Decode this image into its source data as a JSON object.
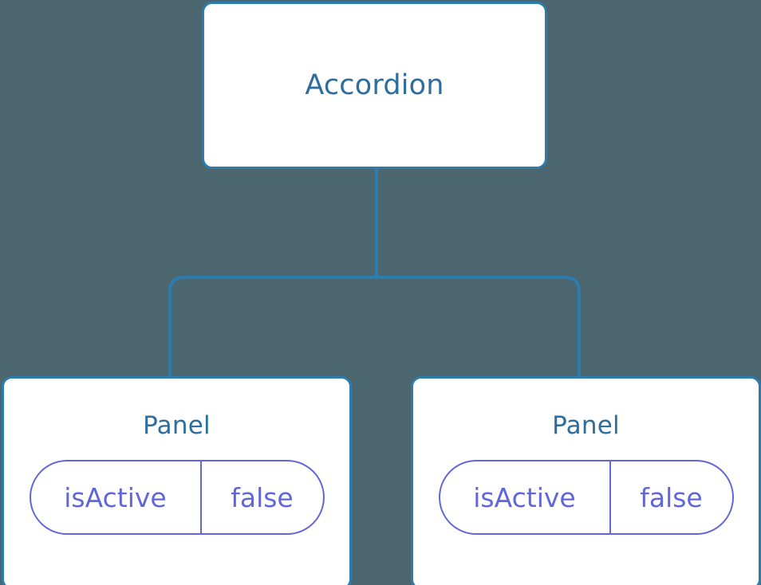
{
  "diagram": {
    "type": "component-tree",
    "background_color": "#4c6670",
    "node_border_color": "#2d7cae",
    "node_fill_color": "#ffffff",
    "title_text_color": "#2d6e9e",
    "state_accent_color": "#6166d8",
    "connector_color": "#2d7cae",
    "root": {
      "label": "Accordion"
    },
    "children": [
      {
        "label": "Panel",
        "state": {
          "key": "isActive",
          "value": "false"
        }
      },
      {
        "label": "Panel",
        "state": {
          "key": "isActive",
          "value": "false"
        }
      }
    ]
  }
}
